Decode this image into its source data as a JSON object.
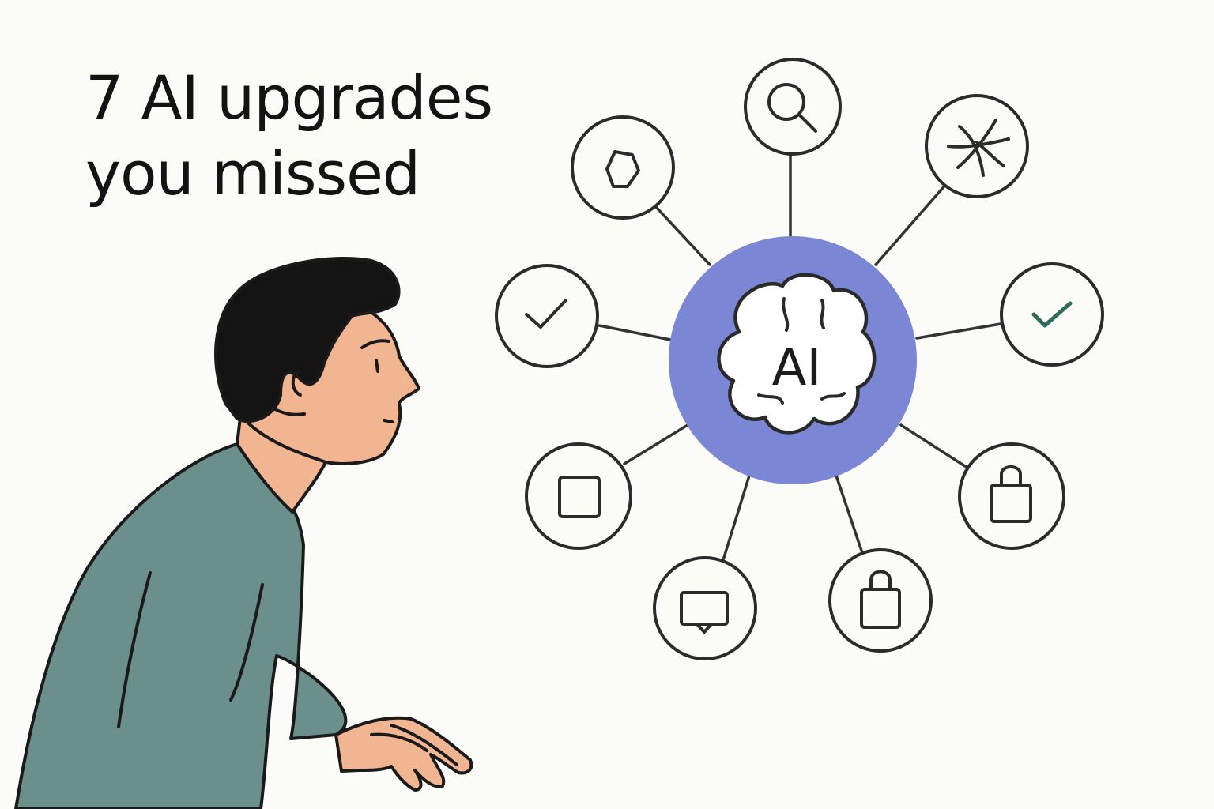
{
  "headline": {
    "line1": "7 AI upgrades",
    "line2": "you missed"
  },
  "hub": {
    "label": "AI",
    "icon": "brain-icon",
    "color": "#7b86d4"
  },
  "nodes": [
    {
      "icon": "search-icon"
    },
    {
      "icon": "sparkle-icon"
    },
    {
      "icon": "hexagon-icon"
    },
    {
      "icon": "checkmark-icon"
    },
    {
      "icon": "checkmark-green-icon"
    },
    {
      "icon": "square-icon"
    },
    {
      "icon": "lock-bag-icon"
    },
    {
      "icon": "monitor-chat-icon"
    },
    {
      "icon": "lock-icon"
    }
  ],
  "colors": {
    "background": "#fbfbf8",
    "ink": "#1c1c1c",
    "shirt": "#6b8f8b",
    "skin": "#f2b592",
    "hair": "#141414",
    "accent_green": "#2e6b5a"
  }
}
